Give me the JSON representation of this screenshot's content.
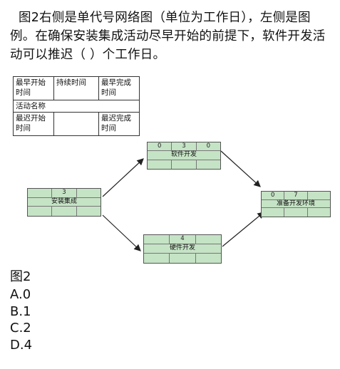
{
  "question": "图2右侧是单代号网络图（单位为工作日），左侧是图例。在确保安装集成活动尽早开始的前提下，软件开发活动可以推迟（ ）个工作日。",
  "legend": {
    "es": "最早开始时间",
    "duration": "持续时间",
    "ef": "最早完成时间",
    "name": "活动名称",
    "ls": "最迟开始时间",
    "lf": "最迟完成时间"
  },
  "nodes": {
    "software": {
      "es": "0",
      "dur": "3",
      "ef": "0",
      "name": "软件开发"
    },
    "integrate": {
      "dur": "3",
      "name": "安装集成"
    },
    "hardware": {
      "dur": "4",
      "name": "硬件开发"
    },
    "env": {
      "es": "0",
      "dur": "7",
      "name": "准备开发环境"
    }
  },
  "figure_label": "图2",
  "options": [
    "A.0",
    "B.1",
    "C.2",
    "D.4"
  ]
}
